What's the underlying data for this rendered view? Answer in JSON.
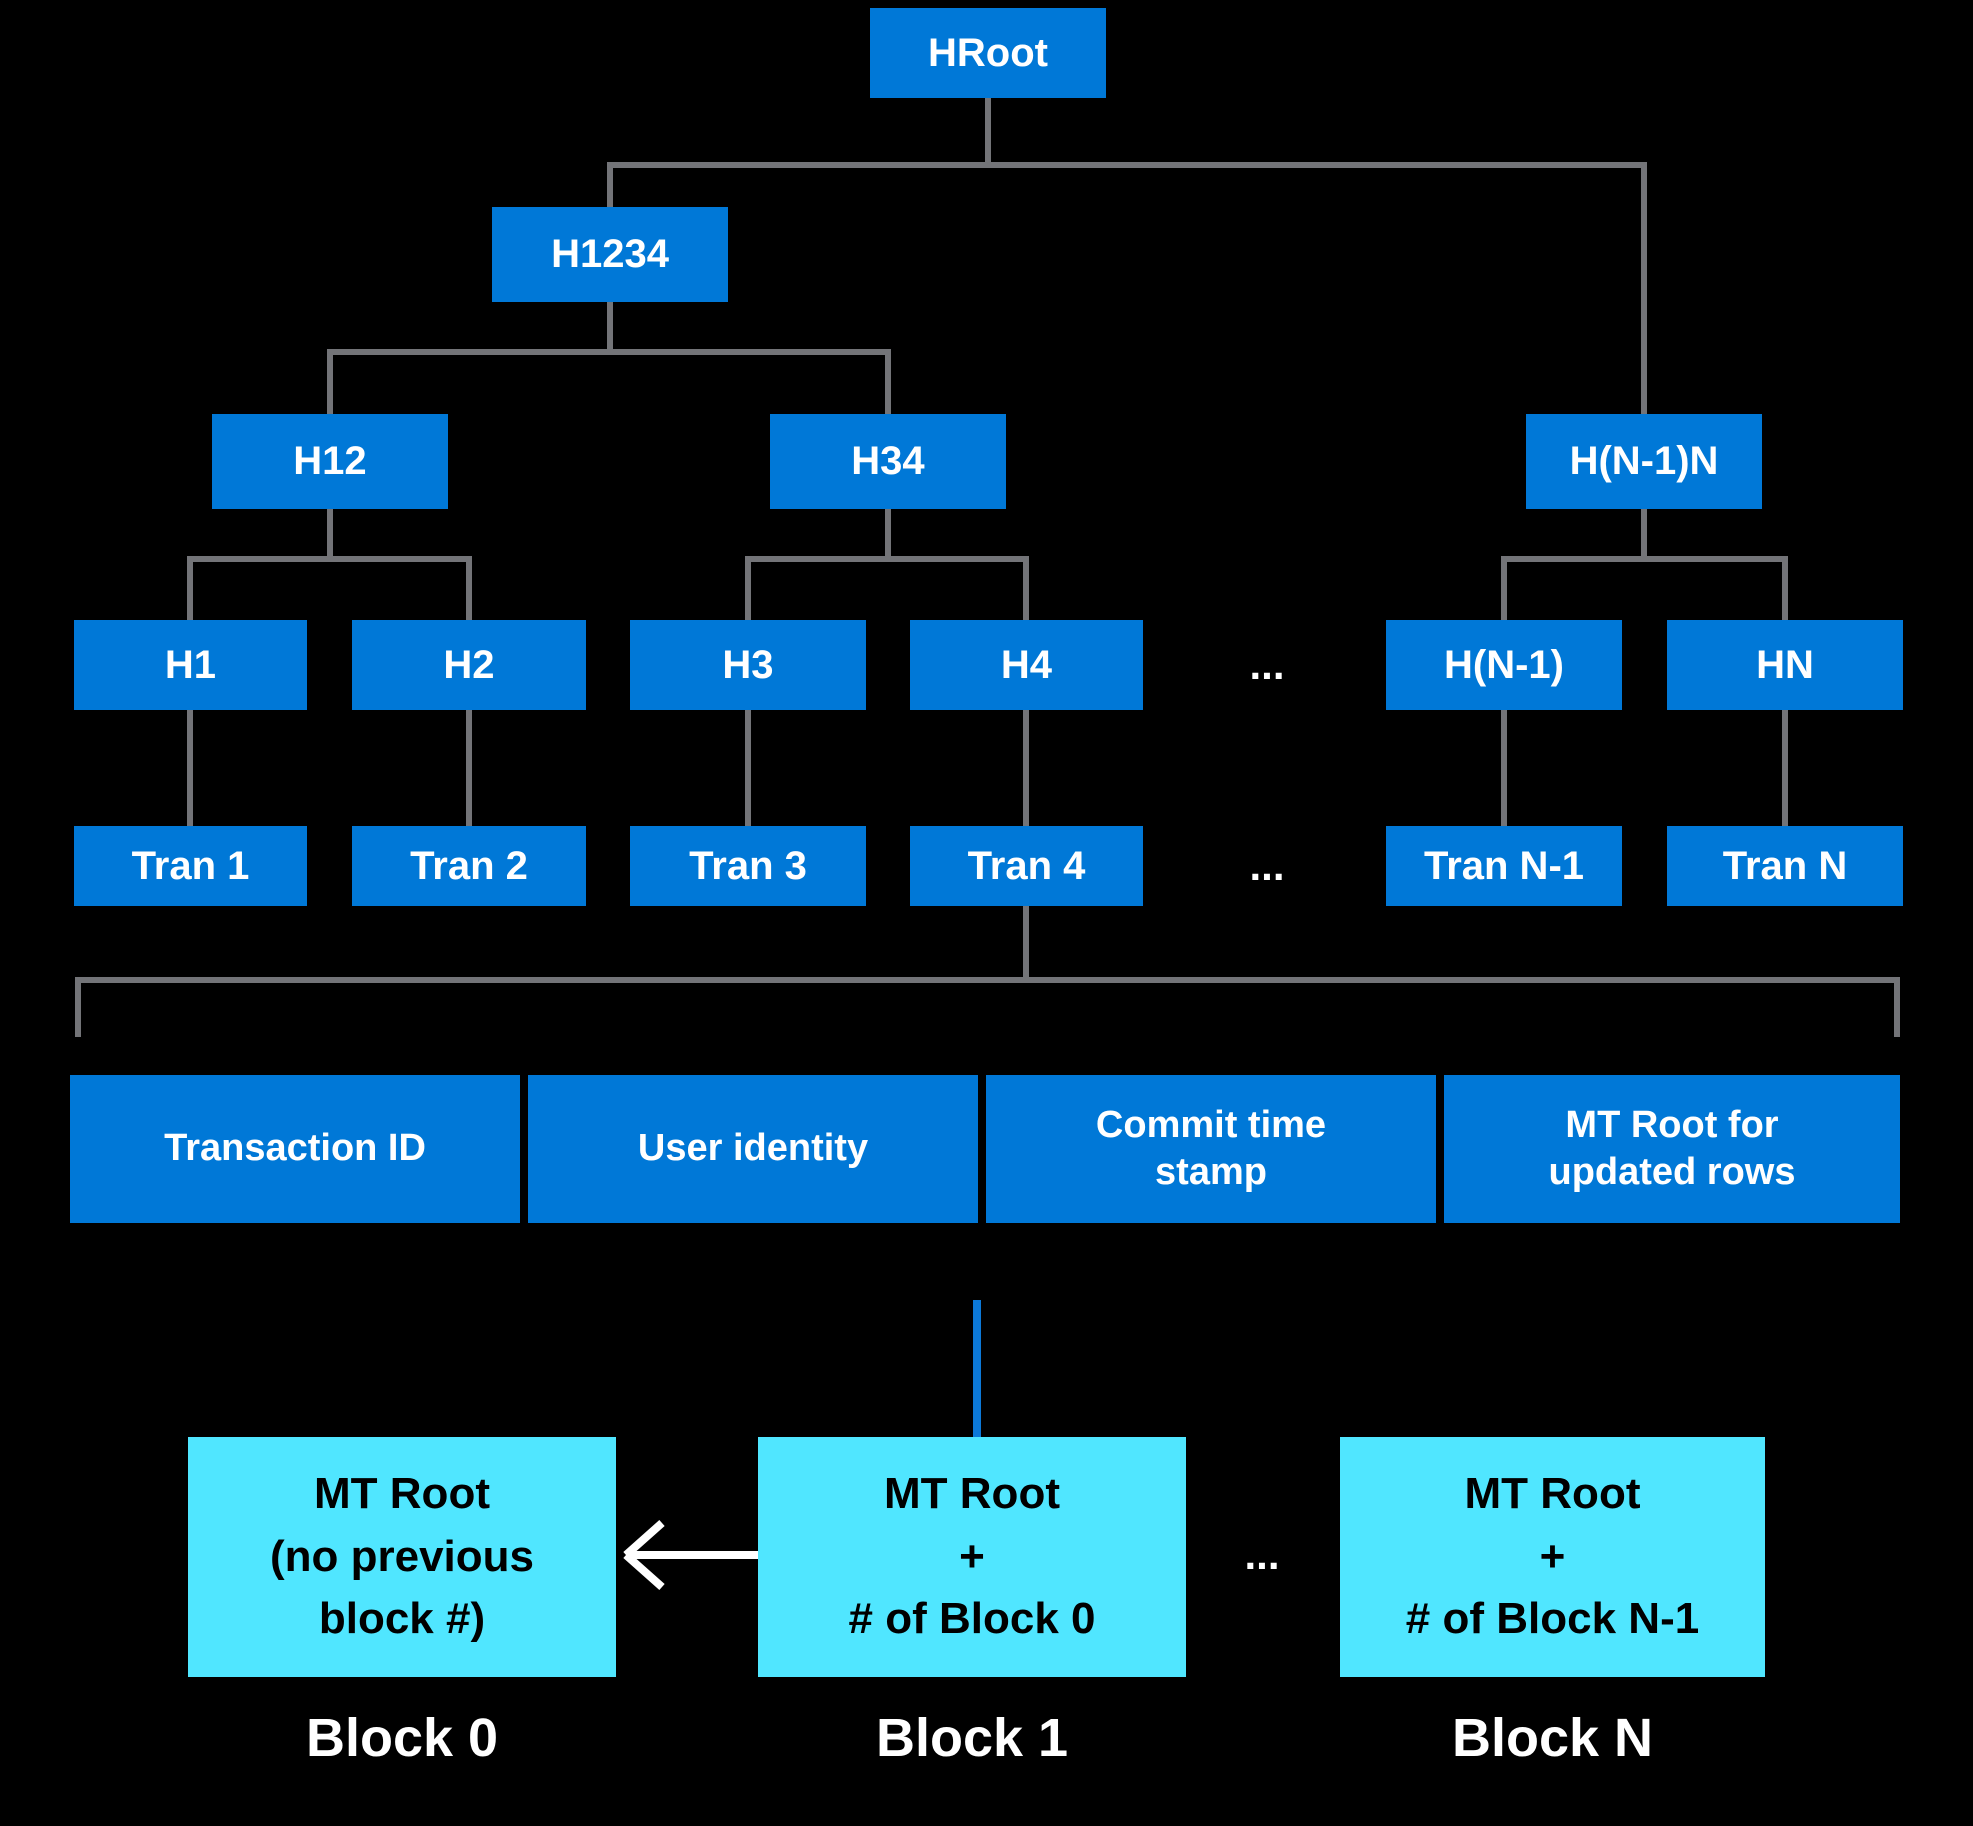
{
  "tree": {
    "root_label": "HRoot",
    "level2_label": "H1234",
    "level3_labels": [
      "H12",
      "H34",
      "H(N-1)N"
    ],
    "level4_labels": [
      "H1",
      "H2",
      "H3",
      "H4",
      "H(N-1)",
      "HN"
    ],
    "level4_ellipsis": "...",
    "level5_labels": [
      "Tran 1",
      "Tran 2",
      "Tran 3",
      "Tran 4",
      "Tran N-1",
      "Tran N"
    ],
    "level5_ellipsis": "..."
  },
  "transaction_fields": [
    {
      "lines": [
        "Transaction ID",
        ""
      ]
    },
    {
      "lines": [
        "User identity",
        ""
      ]
    },
    {
      "lines": [
        "Commit time",
        "stamp"
      ]
    },
    {
      "lines": [
        "MT Root for",
        "updated rows"
      ]
    }
  ],
  "blocks": [
    {
      "lines": [
        "MT Root",
        "(no previous",
        "block #)"
      ],
      "label": "Block 0"
    },
    {
      "lines": [
        "MT Root",
        "+",
        "# of Block 0"
      ],
      "label": "Block 1"
    },
    {
      "lines": [
        "MT Root",
        "+",
        "# of Block N-1"
      ],
      "label": "Block N"
    }
  ],
  "blocks_ellipsis": "...",
  "colors": {
    "node_blue": "#0078D7",
    "block_cyan": "#50E6FF",
    "connector_gray": "#737478",
    "link_blue": "#0C79D8",
    "text_white": "#FFFFFF",
    "text_black": "#000000"
  }
}
